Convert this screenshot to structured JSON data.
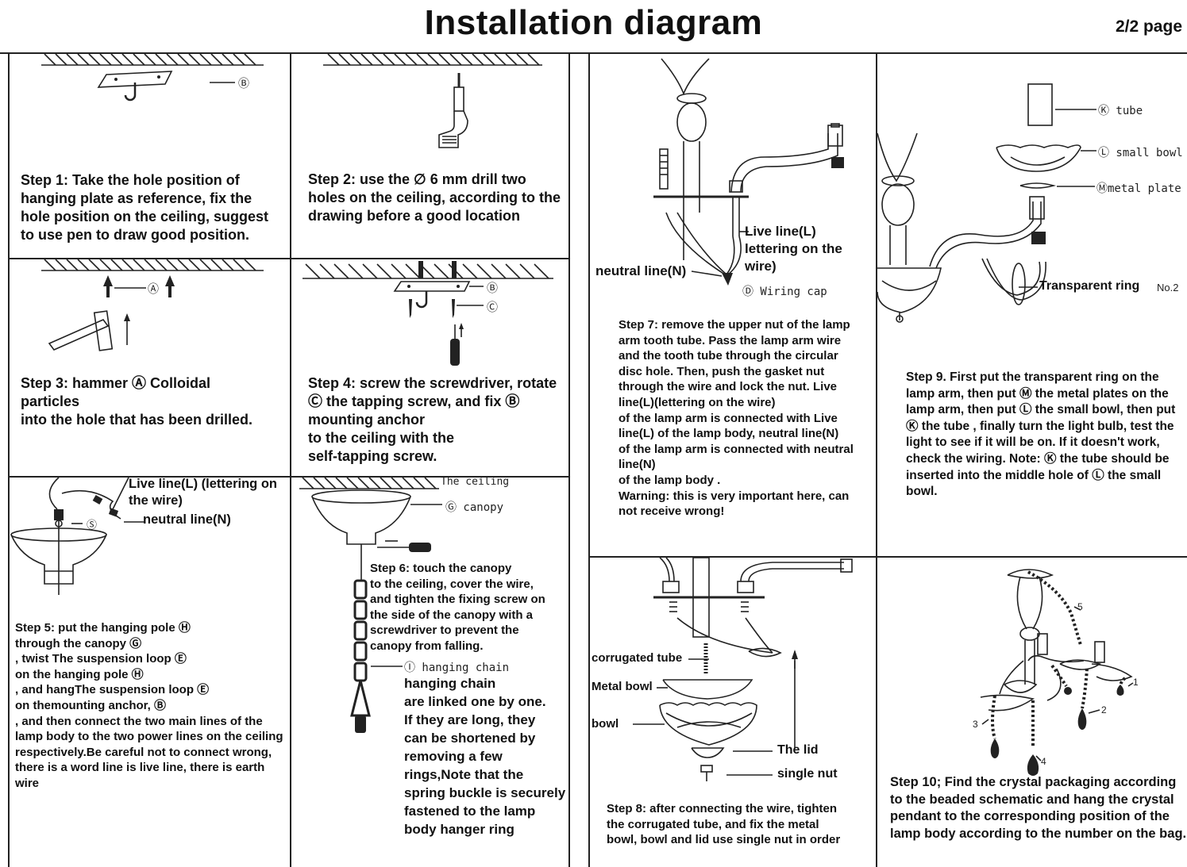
{
  "header": {
    "title": "Installation diagram",
    "page": "2/2 page"
  },
  "steps": {
    "s1": "Step 1:  Take the hole position of hanging plate as reference, fix the hole position on the ceiling, suggest to use pen to draw good position.",
    "s2": "Step 2: use the ∅  6 mm drill two holes on the ceiling, according to the drawing before a good location",
    "s3": "Step 3: hammer  Ⓐ     Colloidal particles\n into the hole that has been drilled.",
    "s4": "Step 4: screw the screwdriver, rotate    Ⓒ  the tapping screw, and fix  Ⓑ   mounting anchor\n to the ceiling with the\nself-tapping screw.",
    "s5": "Step 5: put the hanging pole  Ⓗ\n through the canopy  Ⓖ\n, twist The suspension loop  Ⓔ\n  on the hanging pole  Ⓗ\n, and hangThe suspension loop  Ⓔ\n on themounting anchor,    Ⓑ\n, and then connect the two main lines of the lamp body to the two power lines on the ceiling respectively.Be careful not to connect wrong, there is a word line is live line, there is earth wire",
    "s6": "Step 6: touch the canopy\n to the ceiling, cover the wire,\nand tighten the fixing screw on\nthe side of the canopy with a\nscrewdriver to prevent the\ncanopy from falling.",
    "s6b": "hanging chain\n are linked one by one.\nIf they are long, they\ncan be shortened by\nremoving a few\nrings,Note that the\nspring buckle is securely\nfastened to the lamp\nbody hanger ring",
    "s7": "Step 7: remove the upper nut of the lamp arm tooth tube. Pass the lamp arm wire and the tooth tube through the circular disc hole. Then, push the gasket nut through the wire and lock the nut. Live line(L)(lettering on the wire)\n   of the lamp arm is connected with  Live line(L) of the lamp body, neutral line(N)\n   of the lamp arm is connected with neutral line(N)\n  of the lamp body .\nWarning: this is very important here, can not receive wrong!",
    "s8": "Step 8: after connecting the wire, tighten the corrugated tube, and fix the metal bowl, bowl and lid use single nut in order",
    "s9": "Step 9. First put the transparent ring on the lamp arm, then put  Ⓜ  the metal plates on the lamp arm, then put  Ⓛ  the small bowl, then put  Ⓚ  the tube\n, finally turn the light bulb, test the light to see if it will be on. If it doesn't work, check the wiring. Note:  Ⓚ  the tube should be inserted into the middle hole of  Ⓛ  the small bowl.",
    "s10": "Step 10; Find the crystal packaging according to the beaded schematic and hang the crystal pendant to the corresponding position of the lamp body according to the number on the bag."
  },
  "labels": {
    "b1": "Ⓑ",
    "a3": "Ⓐ",
    "b4": "Ⓑ",
    "c4": "Ⓒ",
    "live5": "Live line(L) (lettering on\nthe wire)",
    "neutral5": "neutral line(N)",
    "s5": "Ⓢ",
    "ceiling6": "The ceiling",
    "canopy6": "Ⓖ canopy",
    "chain6": "Ⓘ hanging chain",
    "live7": "Live line(L)\nlettering on the\nwire)",
    "neutral7": "neutral line(N)",
    "cap7": "Ⓓ Wiring cap",
    "corr8": "corrugated tube",
    "metal8": "Metal bowl",
    "bowl8": "bowl",
    "lid8": "The lid",
    "nut8": "single nut",
    "tube9": "Ⓚ tube",
    "smallbowl9": "Ⓛ small bowl",
    "metalplate9": "Ⓜmetal plate",
    "ring9": "Transparent ring",
    "no9": "No.2",
    "n1": "1",
    "n2": "2",
    "n3": "3",
    "n4": "4",
    "n5": "5"
  }
}
